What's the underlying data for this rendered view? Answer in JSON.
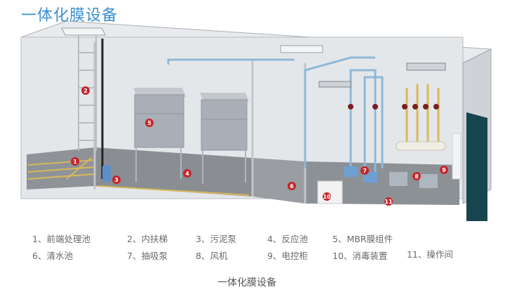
{
  "title": "一体化膜设备",
  "caption": "一体化膜设备",
  "colors": {
    "title": "#3a8fd0",
    "marker": "#c4262b",
    "wall": "#d9dde2",
    "floor": "#8c9196",
    "pipe_blue": "#8fb8d8",
    "pipe_yellow": "#d8b85a",
    "door": "#17454f"
  },
  "legend": [
    {
      "num": "1",
      "label": "1、前端处理池"
    },
    {
      "num": "2",
      "label": "2、内扶梯"
    },
    {
      "num": "3",
      "label": "3、污泥泵"
    },
    {
      "num": "4",
      "label": "4、反应池"
    },
    {
      "num": "5",
      "label": "5、MBR膜组件"
    },
    {
      "num": "6",
      "label": "6、清水池"
    },
    {
      "num": "7",
      "label": "7、抽吸泵"
    },
    {
      "num": "8",
      "label": "8、风机"
    },
    {
      "num": "9",
      "label": "9、电控柜"
    },
    {
      "num": "10",
      "label": "10、消毒装置"
    },
    {
      "num": "11",
      "label": "11、操作间"
    }
  ],
  "markers": [
    "1",
    "2",
    "3",
    "4",
    "5",
    "6",
    "7",
    "8",
    "9",
    "10",
    "11"
  ]
}
